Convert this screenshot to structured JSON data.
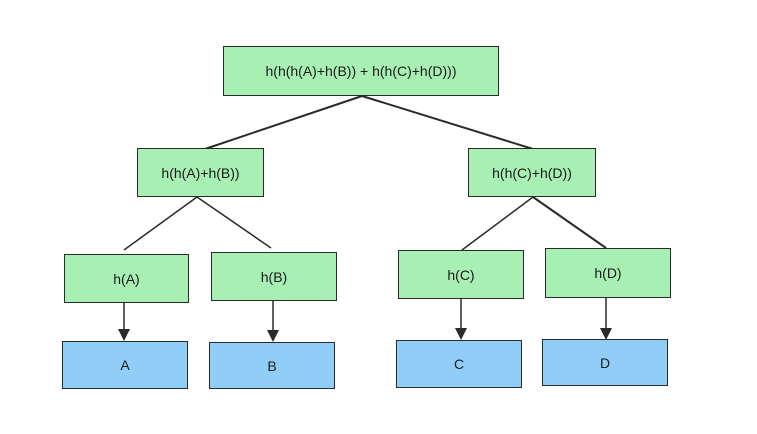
{
  "diagram": {
    "colors": {
      "hash_fill": "#a8efb4",
      "data_fill": "#90cdf7",
      "stroke": "#2a2a2a"
    },
    "root": {
      "label": "h(h(h(A)+h(B)) + h(h(C)+h(D)))"
    },
    "inner": [
      {
        "label": "h(h(A)+h(B))"
      },
      {
        "label": "h(h(C)+h(D))"
      }
    ],
    "leaves": [
      {
        "label": "h(A)"
      },
      {
        "label": "h(B)"
      },
      {
        "label": "h(C)"
      },
      {
        "label": "h(D)"
      }
    ],
    "data_blocks": [
      {
        "label": "A"
      },
      {
        "label": "B"
      },
      {
        "label": "C"
      },
      {
        "label": "D"
      }
    ]
  }
}
